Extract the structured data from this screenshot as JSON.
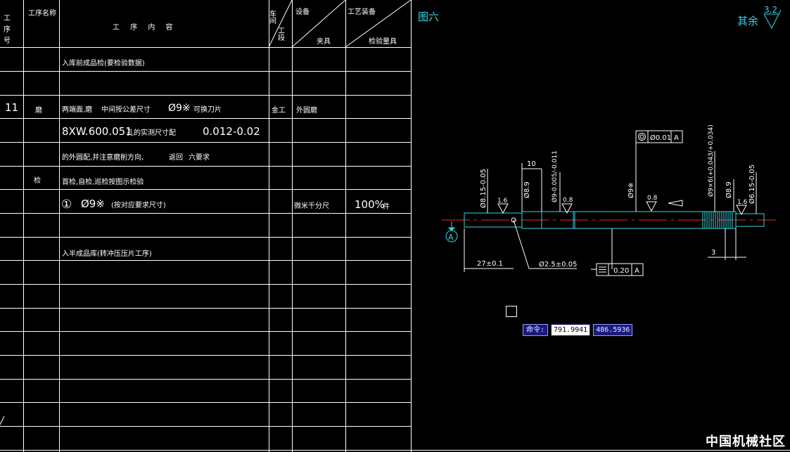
{
  "table": {
    "headers": {
      "step_no": "工序号",
      "step_name": "工序名称",
      "content": "工 序 内 容",
      "workshop": "车间",
      "section": "工段",
      "equipment": "设备",
      "fixture": "夹具",
      "process_equipment": "工艺装备",
      "measuring_tools": "检验量具"
    },
    "rows": {
      "r1_content": "入库前成品检(要检验数据)",
      "r2_no": "11",
      "r2_name": "磨",
      "r2_content_a": "两端面,磨",
      "r2_content_b": "中间按公差尺寸",
      "r2_content_c": "Ø9※",
      "r2_content_d": "可换刀片",
      "r2_workshop": "金工",
      "r2_equipment": "外圆磨",
      "r3_content_a": "8XW.600.051",
      "r3_content_b": "孔的实测尺寸配",
      "r3_content_c": "0.012-0.02",
      "r4_content_a": "的外圆配,并注意磨削方向,",
      "r4_content_b": "返回",
      "r4_content_c": "六要求",
      "r5_name": "检",
      "r5_content": "首检,自检,巡检按图示检验",
      "r6_content_a": "①",
      "r6_content_b": "Ø9※",
      "r6_content_c": "(按对应要求尺寸)",
      "r6_tool": "微米千分尺",
      "r6_value_a": "100%",
      "r6_value_b": "件",
      "r8_content": "入半成品库(转冲压压片工序)"
    }
  },
  "drawing": {
    "figure_label": "图六",
    "rest_label": "其余",
    "roughness_rest": "3.2",
    "datum": "A",
    "tolerances": {
      "concentricity": "Ø0.01",
      "concentricity_datum": "A",
      "symmetry": "0.20",
      "symmetry_datum": "A"
    },
    "dims": {
      "d1": "Ø8.15-0.05",
      "d2": "Ø8.9",
      "d3": "Ø9-0.005/-0.011",
      "d4": "Ø9※",
      "d5": "Ø9×6(+0.043/+0.034)",
      "d6": "Ø8.9",
      "d7": "Ø6.15-0.05",
      "len10": "10",
      "len27": "27±0.1",
      "len3": "3",
      "hole": "Ø2.5±0.05",
      "r16a": "1.6",
      "r08a": "0.8",
      "r08b": "0.8",
      "r16b": "1.6"
    }
  },
  "command": {
    "label": "命令:",
    "x": "791.9941",
    "y": "486.5936"
  },
  "watermark": "中国机械社区",
  "colors": {
    "background": "#000000",
    "grid_line": "#ffffff",
    "dim_line": "#35d7e6",
    "center_line": "#ff2020",
    "part_outline": "#35d7e6"
  }
}
